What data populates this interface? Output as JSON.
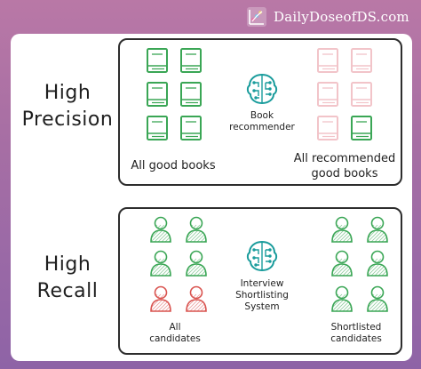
{
  "brand": {
    "name": "DailyDoseofDS.com",
    "icon": "data-science-logo-icon"
  },
  "precision": {
    "title_line1": "High",
    "title_line2": "Precision",
    "model_icon": "brain-circuit-icon",
    "model_label_line1": "Book",
    "model_label_line2": "recommender",
    "left_label": "All good books",
    "right_label_line1": "All recommended",
    "right_label_line2": "good books",
    "left_item_icon": "book-icon",
    "right_item_icon": "book-icon"
  },
  "recall": {
    "title_line1": "High",
    "title_line2": "Recall",
    "model_icon": "brain-circuit-icon",
    "model_label_line1": "Interview",
    "model_label_line2": "Shortlisting",
    "model_label_line3": "System",
    "left_label_line1": "All",
    "left_label_line2": "candidates",
    "right_label_line1": "Shortlisted",
    "right_label_line2": "candidates",
    "left_item_icon": "person-icon",
    "right_item_icon": "person-icon"
  },
  "colors": {
    "good": "#3aa655",
    "bad_book": "#f2c4c9",
    "bad_person": "#d9534f",
    "brain": "#1a9c9c",
    "border": "#2d2d2d"
  }
}
